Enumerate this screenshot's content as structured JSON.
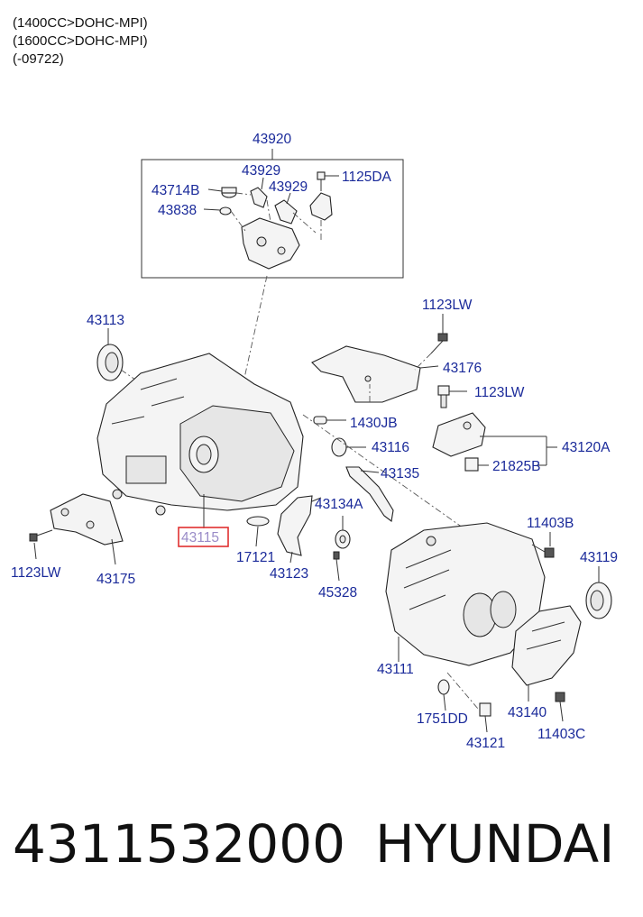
{
  "header": {
    "lines": [
      "(1400CC>DOHC-MPI)",
      "(1600CC>DOHC-MPI)",
      "(-09722)"
    ]
  },
  "parts": {
    "p43920": "43920",
    "p43929a": "43929",
    "p43929b": "43929",
    "p1125DA": "1125DA",
    "p43714B": "43714B",
    "p43838": "43838",
    "p43113": "43113",
    "p1123LW_top": "1123LW",
    "p43176": "43176",
    "p1123LW_mid": "1123LW",
    "p1430JB": "1430JB",
    "p43116": "43116",
    "p43120A": "43120A",
    "p21825B": "21825B",
    "p43135": "43135",
    "p43134A": "43134A",
    "p43115": "43115",
    "p11403B": "11403B",
    "p43119": "43119",
    "p1123LW_left": "1123LW",
    "p43175": "43175",
    "p17121": "17121",
    "p43123": "43123",
    "p45328": "45328",
    "p43111": "43111",
    "p1751DD": "1751DD",
    "p43140": "43140",
    "p11403C": "11403C",
    "p43121": "43121"
  },
  "highlight": {
    "part": "43115",
    "color": "#e03030"
  },
  "footer": {
    "part_number": "4311532000",
    "brand": "HYUNDAI"
  }
}
